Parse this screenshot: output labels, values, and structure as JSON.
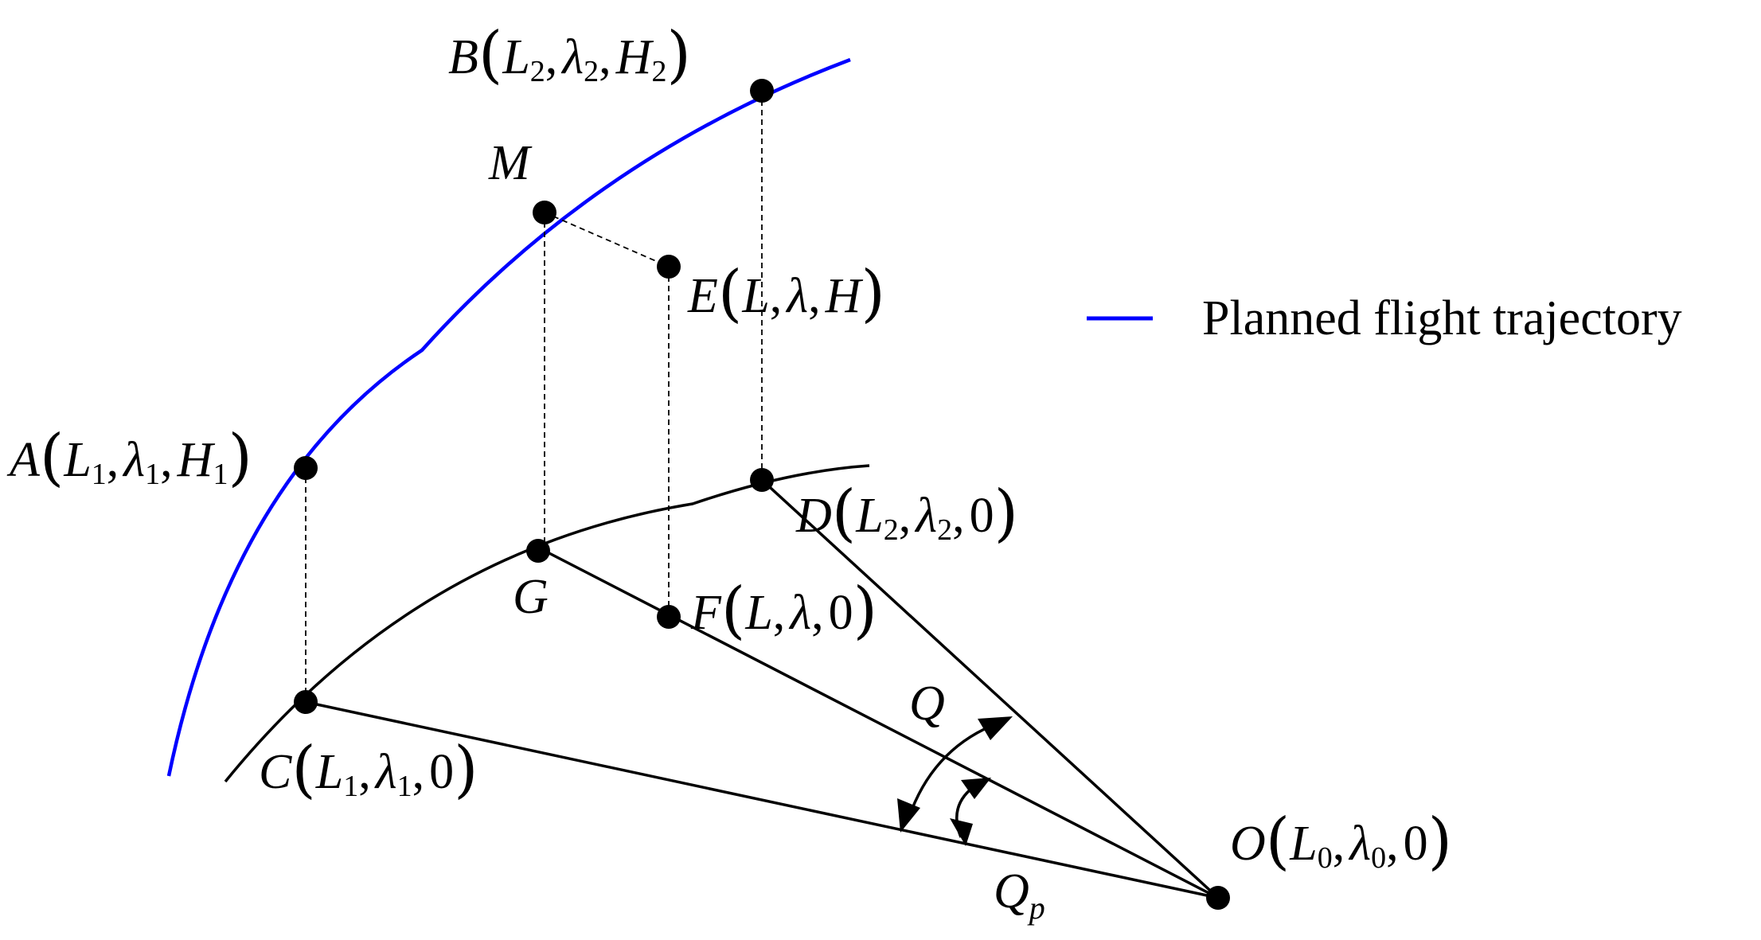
{
  "legend": {
    "label": "Planned flight trajectory",
    "color": "#0000ff"
  },
  "colors": {
    "trajectory": "#0000ff",
    "ink": "#000000"
  },
  "points": {
    "A": {
      "name": "A",
      "args": [
        "L",
        "1",
        ",",
        "λ",
        "1",
        ",",
        "H",
        "1"
      ]
    },
    "B": {
      "name": "B",
      "args": [
        "L",
        "2",
        ",",
        "λ",
        "2",
        ",",
        "H",
        "2"
      ]
    },
    "C": {
      "name": "C",
      "args": [
        "L",
        "1",
        ",",
        "λ",
        "1",
        ",",
        "0",
        ""
      ]
    },
    "D": {
      "name": "D",
      "args": [
        "L",
        "2",
        ",",
        "λ",
        "2",
        ",",
        "0",
        ""
      ]
    },
    "E": {
      "name": "E",
      "args": [
        "L",
        "",
        ",",
        "λ",
        "",
        ",",
        "H",
        ""
      ]
    },
    "F": {
      "name": "F",
      "args": [
        "L",
        "",
        ",",
        "λ",
        "",
        ",",
        "0",
        ""
      ]
    },
    "O": {
      "name": "O",
      "args": [
        "L",
        "0",
        ",",
        "λ",
        "0",
        ",",
        "0",
        ""
      ]
    },
    "M": {
      "name": "M"
    },
    "G": {
      "name": "G"
    }
  },
  "angles": {
    "Q": "Q",
    "Qp_base": "Q",
    "Qp_sub": "p"
  }
}
